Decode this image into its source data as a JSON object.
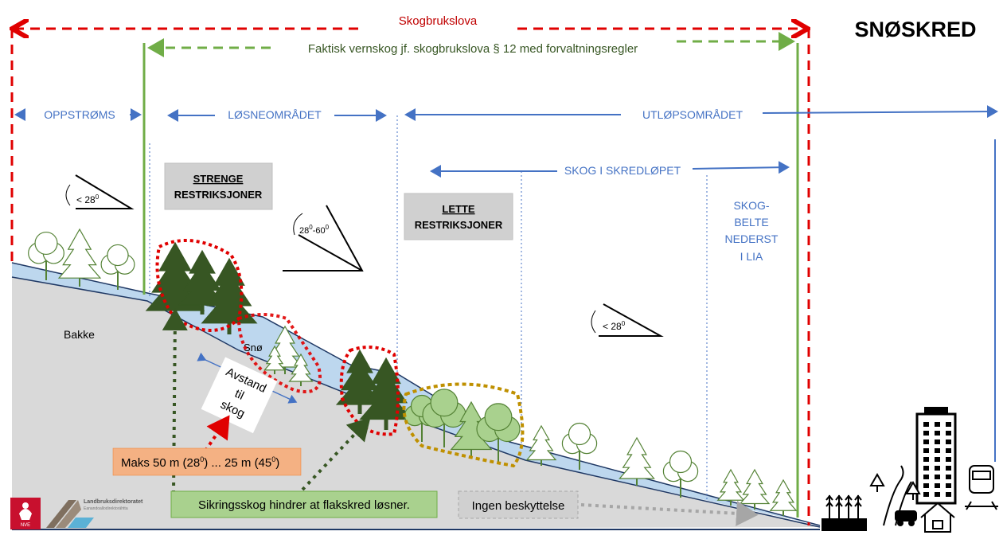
{
  "title": "SNØSKRED",
  "top": {
    "skogbrukslova": "Skogbrukslova",
    "vernskog": "Faktisk vernskog jf. skogbrukslova § 12 med forvaltningsregler"
  },
  "zones": {
    "oppstroms": "OPPSTRØMS",
    "losneomradet": "LØSNEOMRÅDET",
    "utlopsomradet": "UTLØPSOMRÅDET",
    "skog_i_skredlopet": "SKOG I SKREDLØPET",
    "skogbelte": [
      "SKOG-",
      "BELTE",
      "NEDERST",
      "I LIA"
    ]
  },
  "boxes": {
    "strenge": [
      "STRENGE",
      "RESTRIKSJONER"
    ],
    "lette": [
      "LETTE",
      "RESTRIKSJONER"
    ],
    "maks": {
      "a": "Maks 50 m  (28",
      "sup1": "0",
      "b": ") ... 25 m (45",
      "sup2": "0",
      "c": ")"
    },
    "sikringsskog": "Sikringsskog hindrer at flakskred løsner.",
    "ingen": "Ingen beskyttelse"
  },
  "angles": {
    "upper": {
      "text": "< 28",
      "sup": "0"
    },
    "release": {
      "a": "28",
      "sup1": "0",
      "b": "-60",
      "sup2": "0"
    },
    "runout": {
      "text": "< 28",
      "sup": "0"
    }
  },
  "labels": {
    "bakke": "Bakke",
    "sno": "Snø",
    "avstand": [
      "Avstand",
      "til",
      "skog"
    ]
  },
  "logos": {
    "nve": "NVE",
    "landbruk": "Landbruksdirektoratet",
    "landbruk_sub": "Eanandoallodirektoráhtta"
  },
  "colors": {
    "red": "#e00000",
    "green": "#70ad47",
    "blue": "#4472c4",
    "snow": "#bdd7ee",
    "ground": "#d9d9d9",
    "darkTree": "#375623",
    "lightTree": "#a9d18e",
    "orange": "#f4b183",
    "gold": "#bf9000"
  }
}
